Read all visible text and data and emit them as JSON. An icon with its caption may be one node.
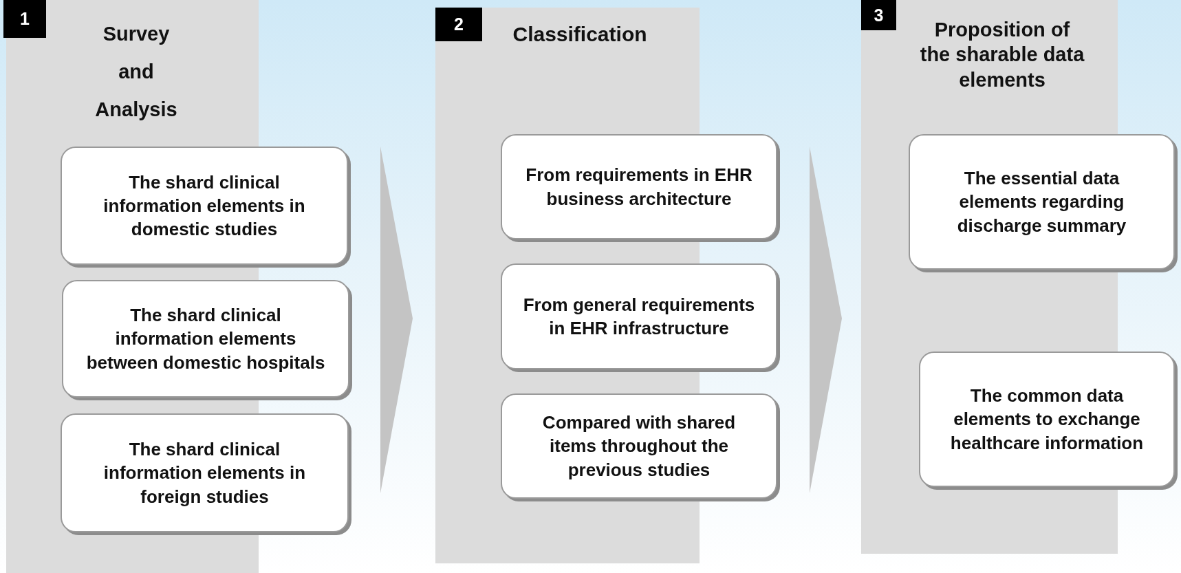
{
  "diagram": {
    "nodes": [
      {
        "text": [
          "1",
          "Survey and Analysis"
        ]
      },
      {
        "text": [
          "The shard clinical information elements in domestic studies"
        ]
      },
      {
        "text": [
          "The shard clinical information elements between domestic hospitals"
        ]
      },
      {
        "text": [
          "The shard clinical information elements in foreign studies"
        ]
      },
      {
        "text": [
          "2",
          "Classification"
        ]
      },
      {
        "text": [
          "From requirements in EHR business architecture"
        ]
      },
      {
        "text": [
          "From general requirements in EHR infrastructure"
        ]
      },
      {
        "text": [
          "Compared with shared items throughout the previous studies"
        ]
      },
      {
        "text": [
          "3",
          "Proposition of the sharable data elements"
        ]
      },
      {
        "text": [
          "The essential data elements regarding discharge summary"
        ]
      },
      {
        "text": [
          "The common data elements to exchange healthcare information"
        ]
      }
    ],
    "edges": [
      {
        "from": 0,
        "to": 4,
        "arrow": "to"
      },
      {
        "from": 4,
        "to": 8,
        "arrow": "to"
      }
    ]
  }
}
